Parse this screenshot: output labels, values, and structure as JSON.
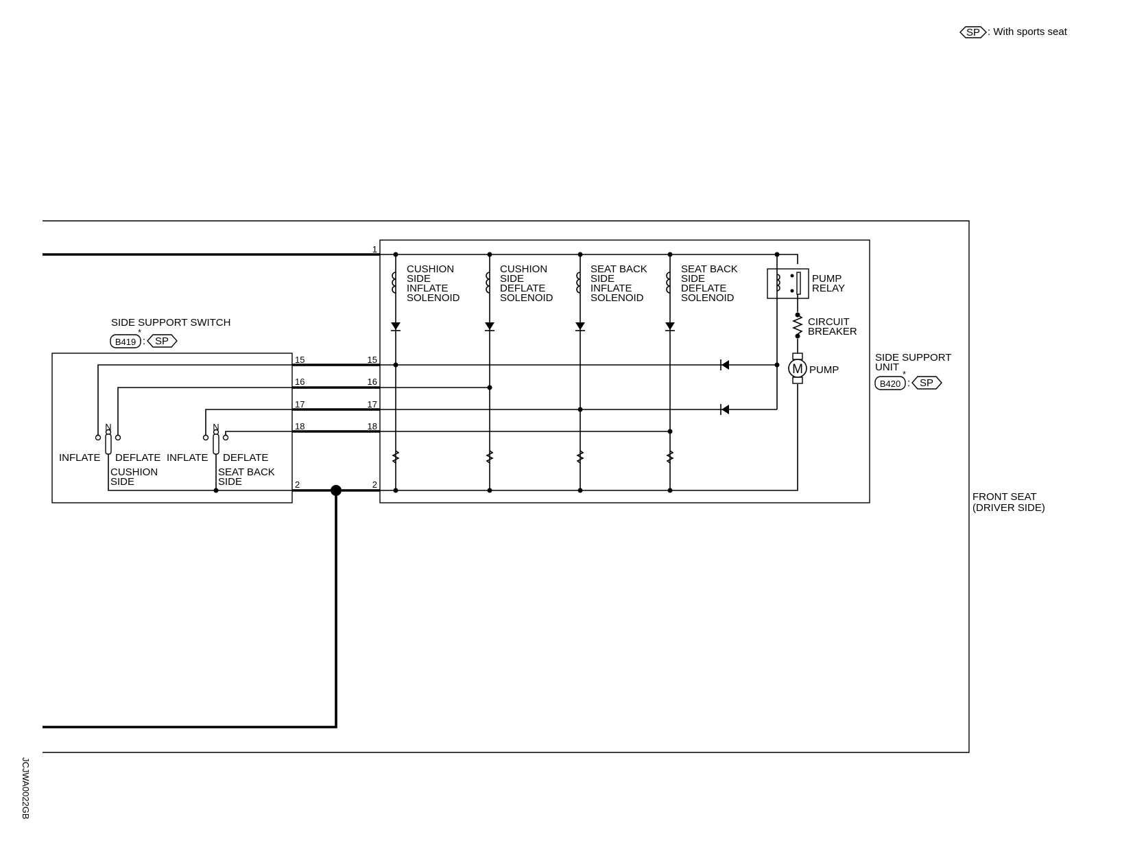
{
  "legend": {
    "code": "SP",
    "text": ": With sports seat"
  },
  "switch": {
    "title": "SIDE SUPPORT SWITCH",
    "connector": "B419",
    "star": "*",
    "option": "SP",
    "cushion_inflate": "INFLATE",
    "cushion_deflate": "DEFLATE",
    "cushion_n": "N",
    "cushion_label_1": "CUSHION",
    "cushion_label_2": "SIDE",
    "back_inflate": "INFLATE",
    "back_deflate": "DEFLATE",
    "back_n": "N",
    "back_label_1": "SEAT BACK",
    "back_label_2": "SIDE",
    "pins": [
      "15",
      "16",
      "17",
      "18",
      "2"
    ]
  },
  "unit": {
    "title_1": "SIDE SUPPORT",
    "title_2": "UNIT",
    "connector": "B420",
    "star": "*",
    "option": "SP",
    "pins": [
      "1",
      "15",
      "16",
      "17",
      "18",
      "2"
    ],
    "solenoids": [
      {
        "l1": "CUSHION",
        "l2": "SIDE",
        "l3": "INFLATE",
        "l4": "SOLENOID"
      },
      {
        "l1": "CUSHION",
        "l2": "SIDE",
        "l3": "DEFLATE",
        "l4": "SOLENOID"
      },
      {
        "l1": "SEAT BACK",
        "l2": "SIDE",
        "l3": "INFLATE",
        "l4": "SOLENOID"
      },
      {
        "l1": "SEAT BACK",
        "l2": "SIDE",
        "l3": "DEFLATE",
        "l4": "SOLENOID"
      }
    ],
    "relay_1": "PUMP",
    "relay_2": "RELAY",
    "breaker_1": "CIRCUIT",
    "breaker_2": "BREAKER",
    "pump": "PUMP",
    "motor": "M"
  },
  "seat": {
    "l1": "FRONT SEAT",
    "l2": "(DRIVER SIDE)"
  },
  "figure_code": "JCJWA0022GB"
}
